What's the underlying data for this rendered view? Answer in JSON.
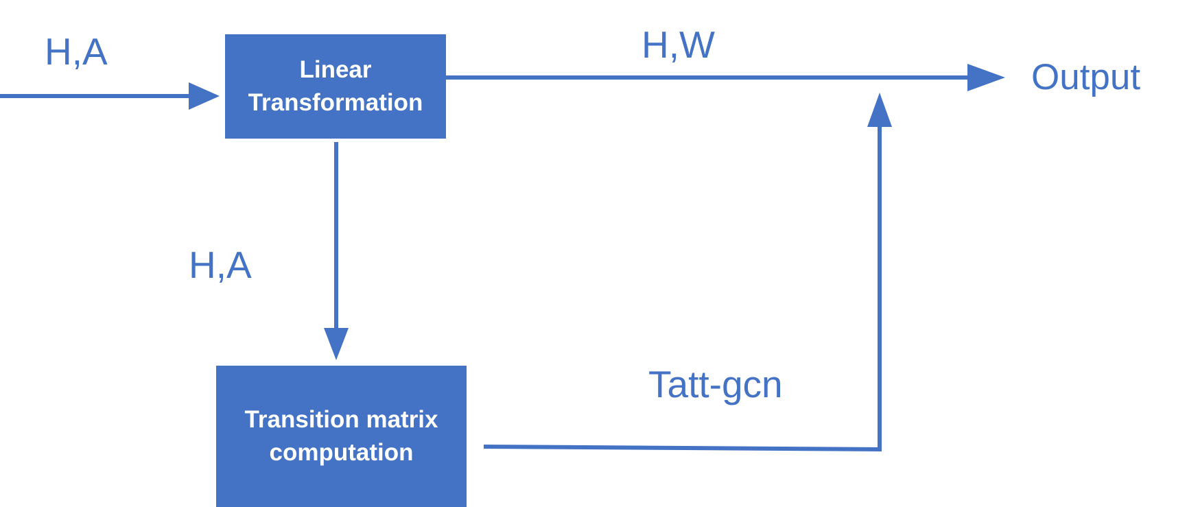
{
  "diagram": {
    "input_label": "H,A",
    "linear_box": {
      "line1": "Linear",
      "line2": "Transformation"
    },
    "top_edge_label": "H,W",
    "output_label": "Output",
    "down_edge_label": "H,A",
    "transition_box": {
      "line1": "Transition matrix",
      "line2": "computation"
    },
    "bottom_edge_label": "Tatt-gcn",
    "color": "#4472c4"
  }
}
